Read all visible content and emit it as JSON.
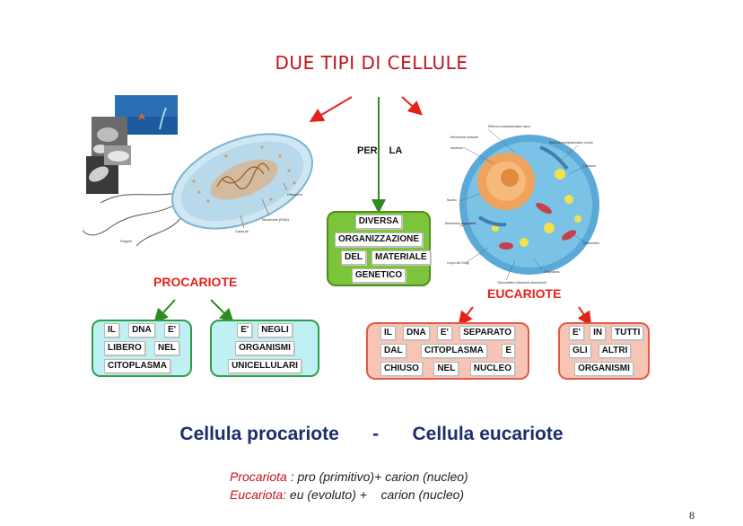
{
  "title": "DUE TIPI DI CELLULE",
  "connector_label": "PER LA",
  "center_box": {
    "lines": [
      [
        "DIVERSA"
      ],
      [
        "ORGANIZZAZIONE"
      ],
      [
        "DEL",
        "MATERIALE"
      ],
      [
        "GENETICO"
      ]
    ]
  },
  "left": {
    "heading": "PROCARIOTE",
    "image_labels": {
      "flagelli": "Flagelli",
      "capsula": "Capsula",
      "nucleoide": "Nucleoide (DNA)",
      "ribosomi": "Ribosomi"
    },
    "box1": {
      "lines": [
        [
          "IL",
          "DNA",
          "E'"
        ],
        [
          "LIBERO",
          "NEL"
        ],
        [
          "CITOPLASMA"
        ]
      ]
    },
    "box2": {
      "lines": [
        [
          "E'",
          "NEGLI"
        ],
        [
          "ORGANISMI"
        ],
        [
          "UNICELLULARI"
        ]
      ]
    }
  },
  "right": {
    "heading": "EUCARIOTE",
    "image_labels": {
      "reticolo_ruvido": "Reticolo endoplasmatico liscio",
      "membrana_nucleare": "Membrana nucleare",
      "nucleolo": "Nucleolo",
      "reticolo_liscio": "Reticolo endoplasmatico ruvido",
      "lisosomi": "Lisosomi",
      "nucleo": "Nucleo",
      "membrana_plasmatica": "Membrana plasmatica",
      "corpo_golgi": "Corpo del Golgi",
      "mitocondrio": "Mitocondrio",
      "citoplasma": "Citoplasma",
      "citoscheletro": "Citoscheletro (filamenti microtubuli)"
    },
    "box1": {
      "lines": [
        [
          "IL",
          "DNA",
          "E'",
          "SEPARATO"
        ],
        [
          "DAL",
          "CITOPLASMA",
          "E"
        ],
        [
          "CHIUSO",
          "NEL",
          "NUCLEO"
        ]
      ]
    },
    "box2": {
      "lines": [
        [
          "E'",
          "IN",
          "TUTTI"
        ],
        [
          "GLI",
          "ALTRI"
        ],
        [
          "ORGANISMI"
        ]
      ]
    }
  },
  "comparison": {
    "left": "Cellula procariote",
    "separator": "-",
    "right": "Cellula eucariote"
  },
  "definitions": [
    {
      "term": "Procariota",
      "text": " : pro (primitivo)+ carion (nucleo)"
    },
    {
      "term": "Eucariota:",
      "text": " eu (evoluto) +    carion (nucleo)"
    }
  ],
  "page_number": "8",
  "colors": {
    "title": "#c0141b",
    "arrow_red": "#e2231a",
    "arrow_green": "#2e8b1f",
    "bottom_text": "#1b2f6b"
  }
}
